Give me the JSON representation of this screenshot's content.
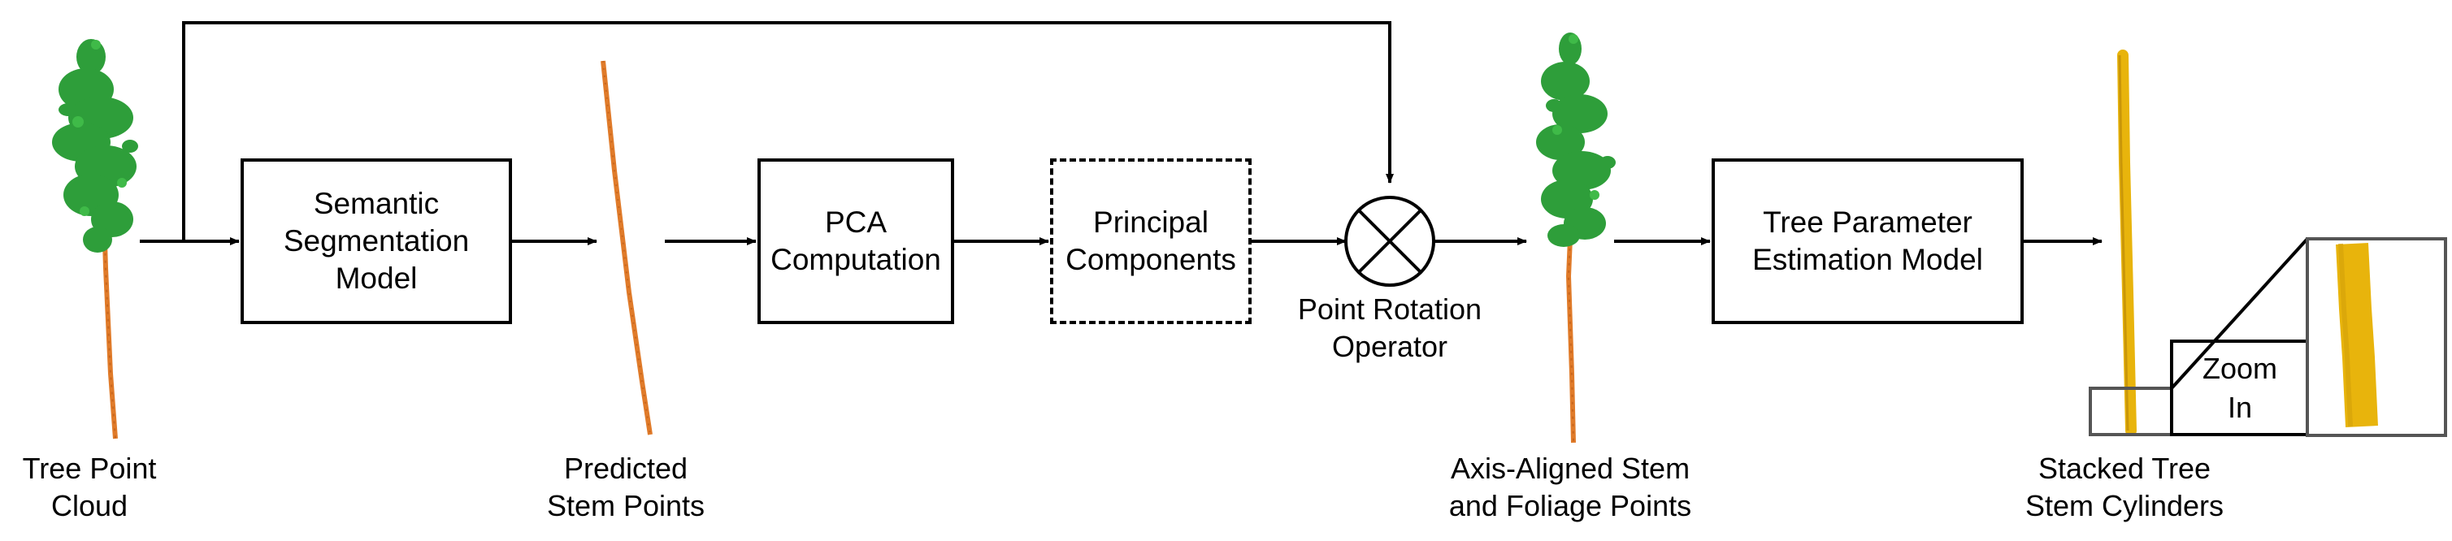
{
  "boxes": {
    "segmentation": "Semantic\nSegmentation\nModel",
    "pca": "PCA\nComputation",
    "components": "Principal\nComponents",
    "estimation": "Tree Parameter\nEstimation Model"
  },
  "labels": {
    "tree_cloud": "Tree Point\nCloud",
    "predicted_stem": "Predicted\nStem Points",
    "rotation_op": "Point Rotation\nOperator",
    "aligned": "Axis-Aligned Stem\nand Foliage Points",
    "stacked": "Stacked Tree\nStem Cylinders",
    "zoom": "Zoom\nIn"
  },
  "colors": {
    "foliage": "#2e9e3a",
    "stem": "#e07b2a",
    "cylinder": "#e8b40c",
    "zoom_frame": "#555555"
  },
  "icons": {
    "operator": "circled-times-icon"
  }
}
